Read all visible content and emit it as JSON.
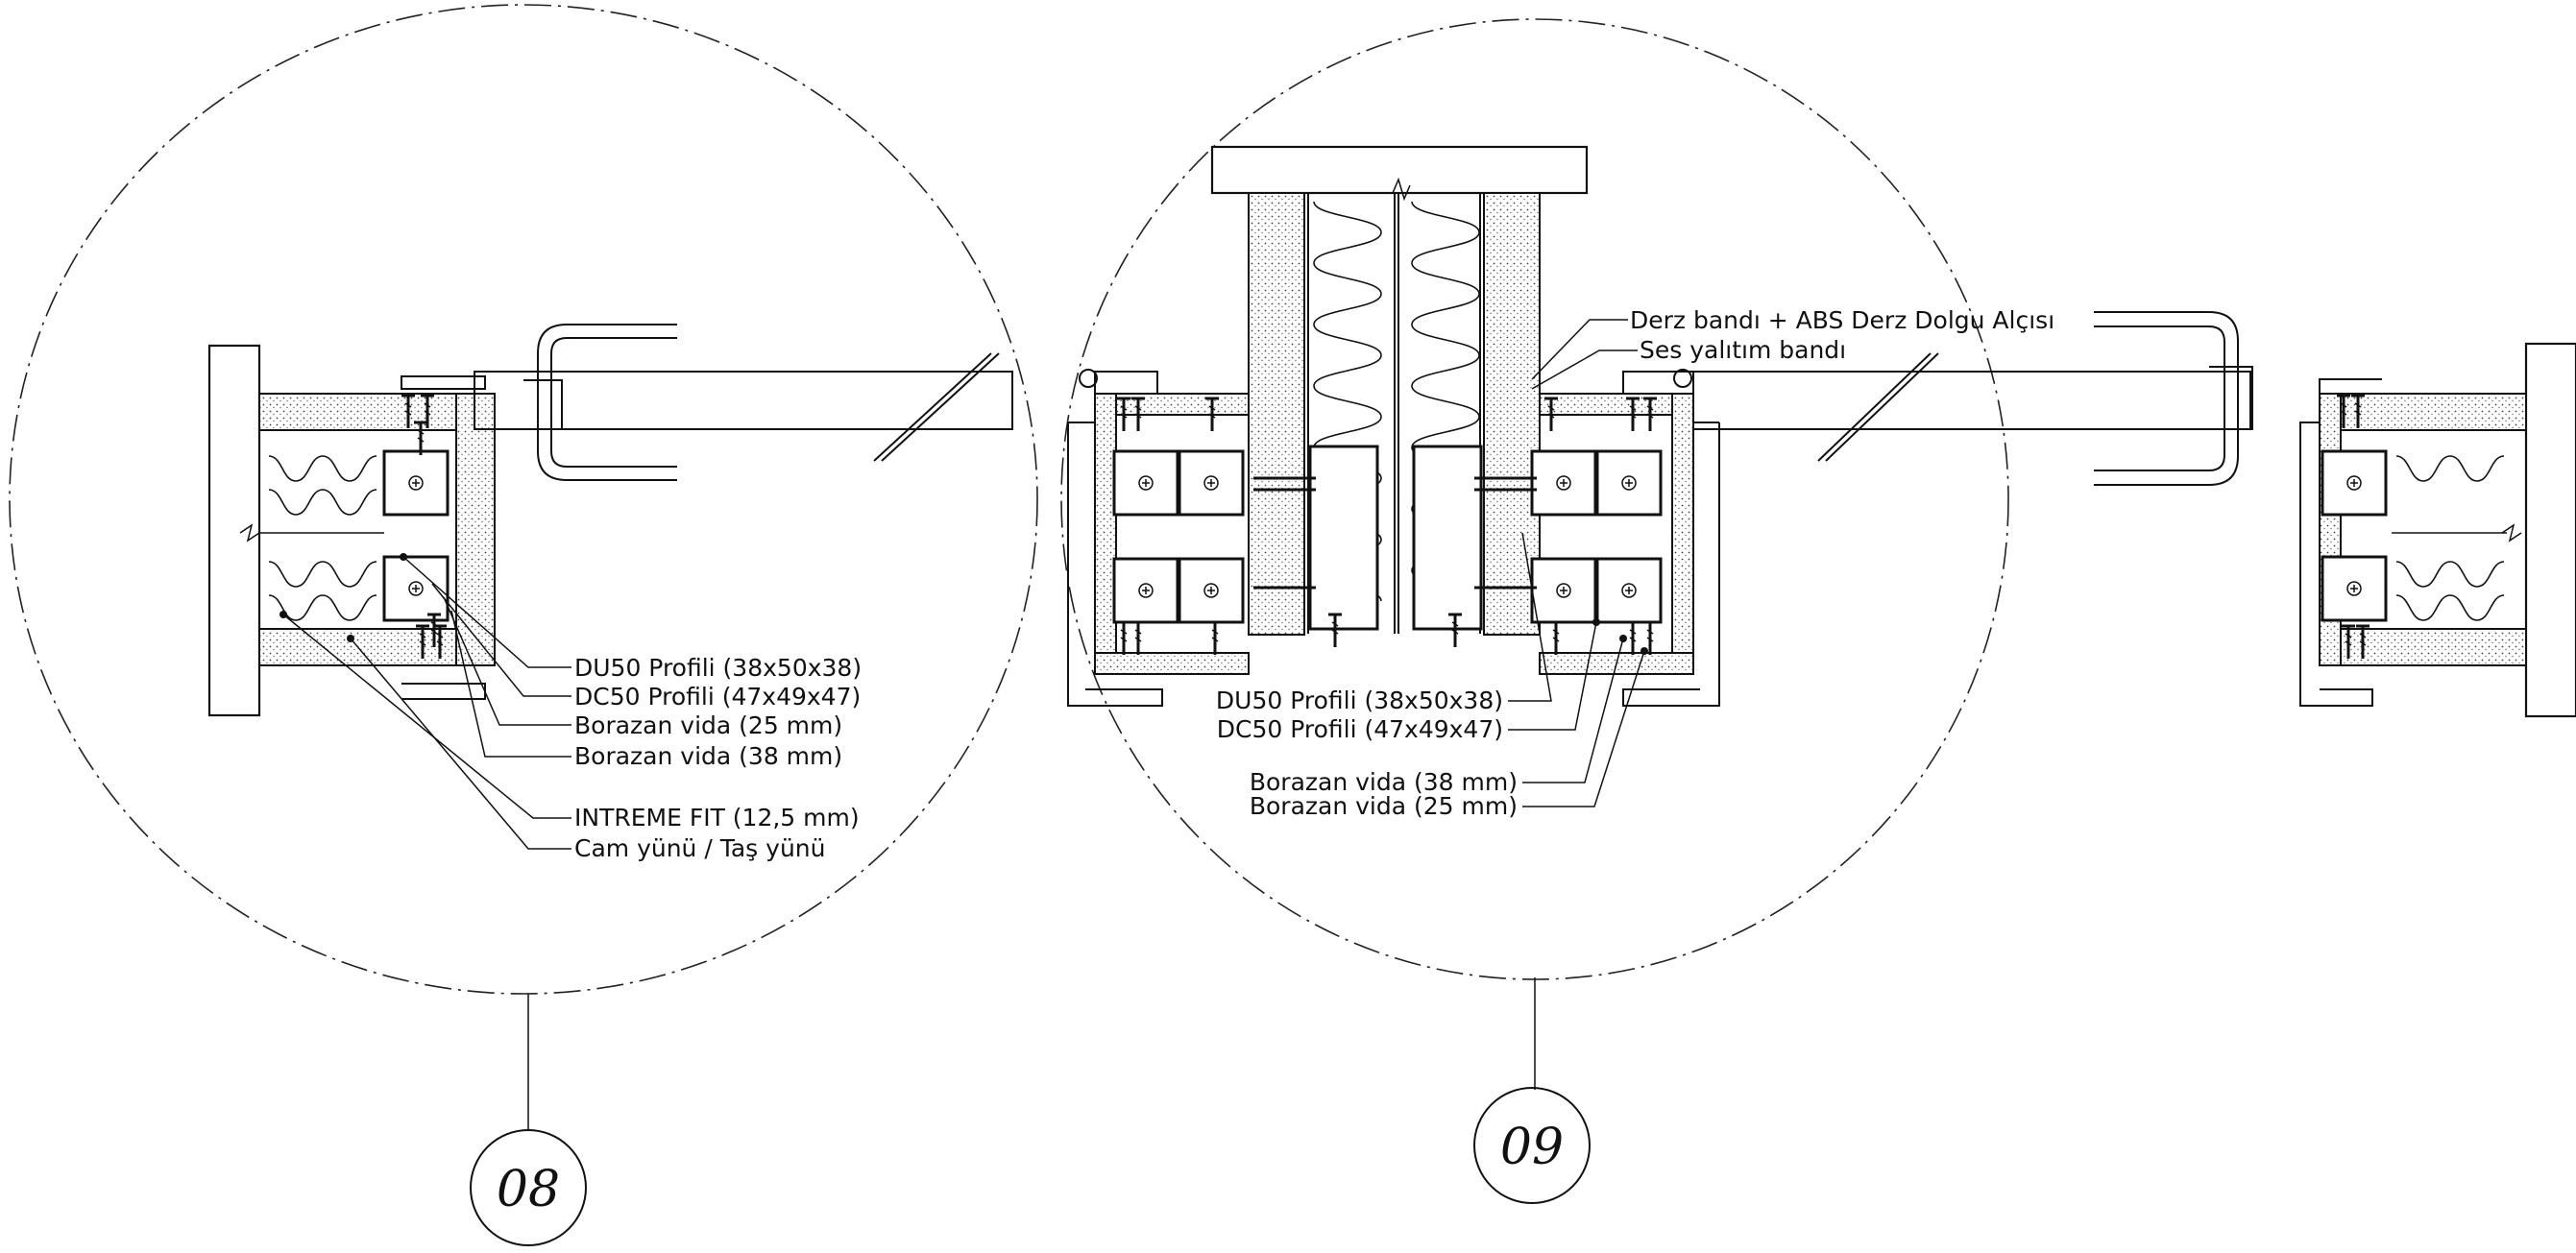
{
  "details": [
    {
      "id": "08",
      "labels": [
        "DU50 Profili (38x50x38)",
        "DC50 Profili  (47x49x47)",
        "Borazan vida (25 mm)",
        "Borazan vida (38 mm)",
        "INTREME FIT (12,5 mm)",
        "Cam yünü / Taş yünü"
      ]
    },
    {
      "id": "09",
      "top_labels": [
        "Derz bandı + ABS Derz Dolgu Alçısı",
        "Ses yalıtım bandı"
      ],
      "labels": [
        "DU50 Profili (38x50x38)",
        "DC50 Profili  (47x49x47)",
        "Borazan vida (38 mm)",
        "Borazan vida (25 mm)"
      ]
    }
  ],
  "colors": {
    "line": "#111111",
    "background": "#ffffff"
  }
}
